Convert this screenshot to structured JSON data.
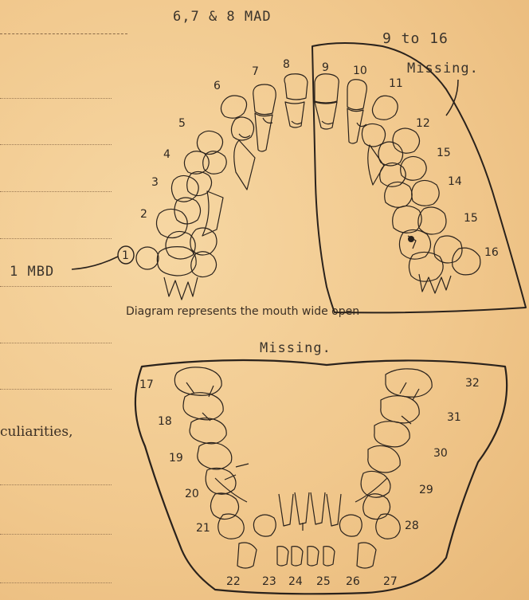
{
  "annotations": {
    "upper_missing_note": "6,7 & 8 MAD",
    "range_missing_line1": "9 to 16",
    "range_missing_line2": "Missing.",
    "tooth1_note": "1 MBD",
    "tooth1_circle_label": "1",
    "lower_missing_note": "Missing."
  },
  "form_text": {
    "peculiarities_fragment": "culiarities,",
    "diagram_caption": "Diagram represents the mouth wide open"
  },
  "upper_arch_numbers": [
    "2",
    "3",
    "4",
    "5",
    "6",
    "7",
    "8",
    "9",
    "10",
    "11",
    "12",
    "15",
    "14",
    "15",
    "16"
  ],
  "lower_arch_numbers": [
    "17",
    "18",
    "19",
    "20",
    "21",
    "22",
    "23",
    "24",
    "25",
    "26",
    "27",
    "28",
    "29",
    "30",
    "31",
    "32"
  ]
}
